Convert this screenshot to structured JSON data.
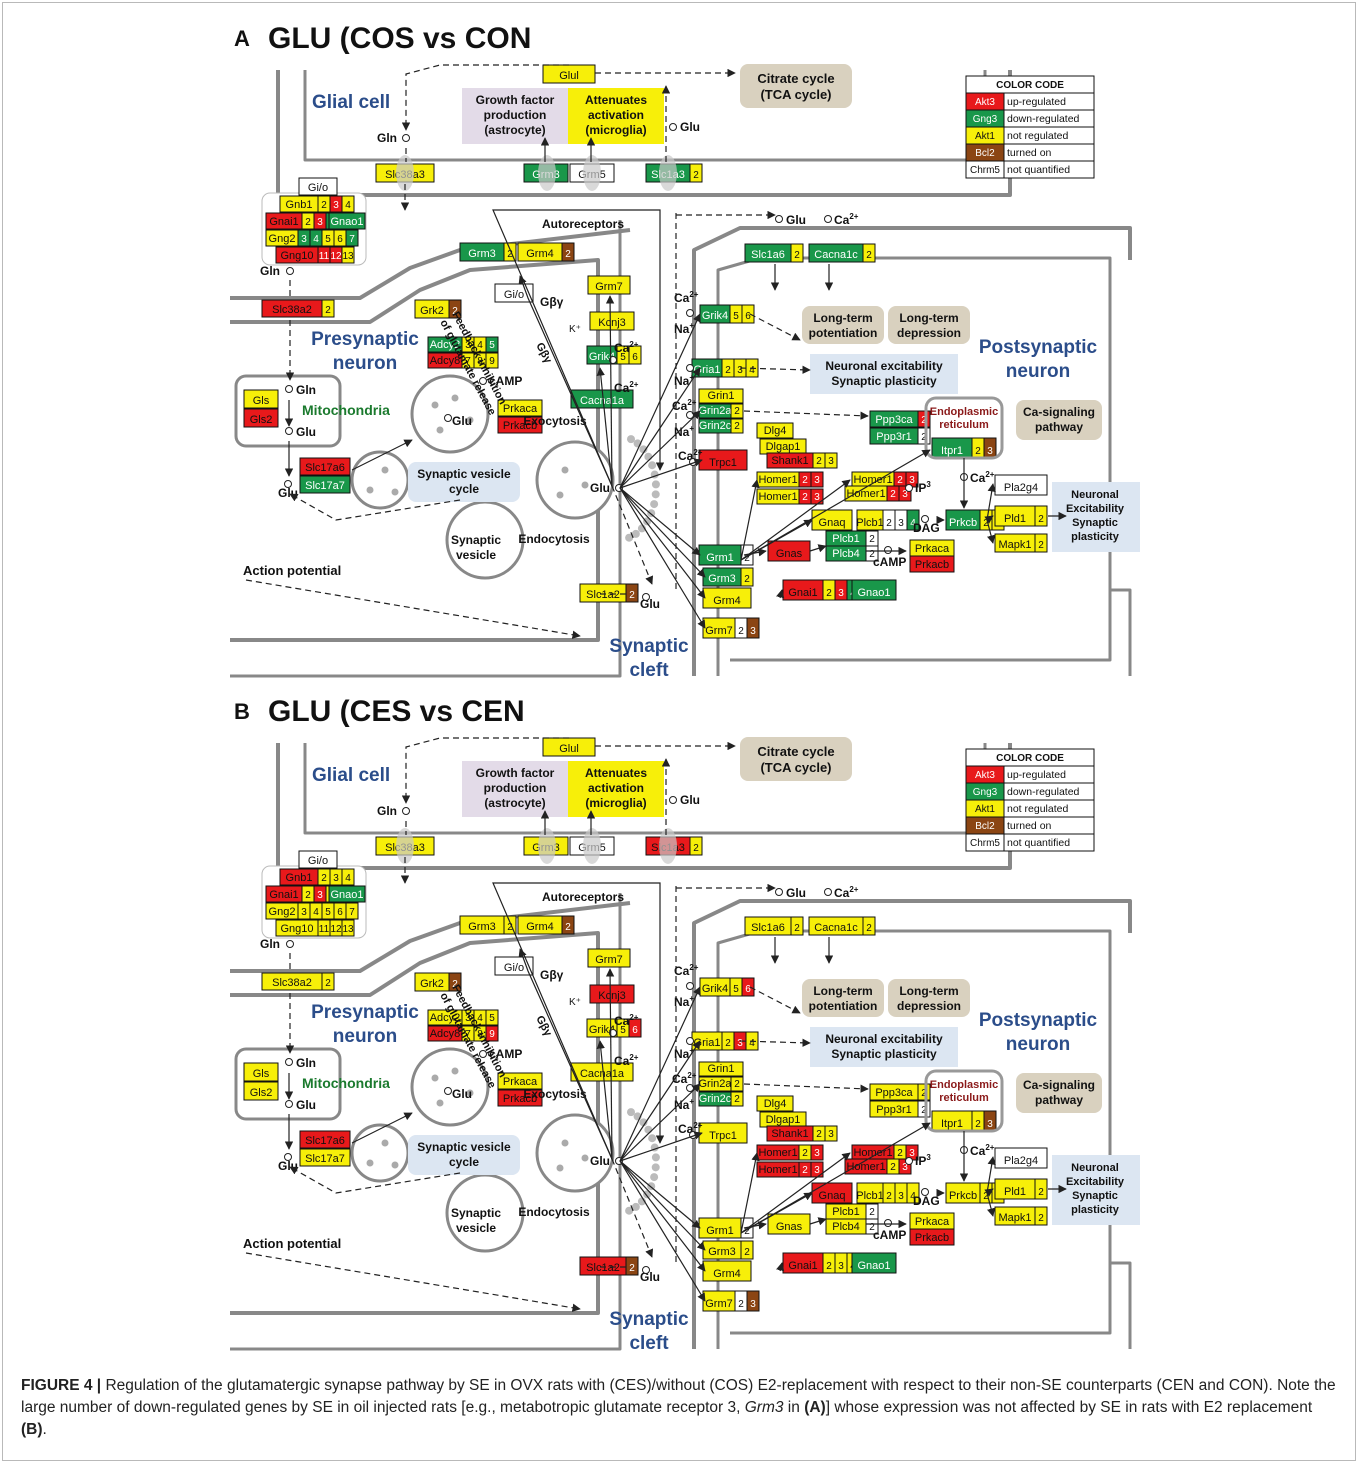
{
  "panels": [
    {
      "letter": "A",
      "title": "GLU (COS vs CON",
      "genes": {
        "Glul": "y",
        "Slc38a3": "y",
        "Grm3_glial": "g",
        "Grm5": "w",
        "Slc1a3": [
          "g",
          "y"
        ],
        "Gnb1": [
          "y",
          "y",
          "r",
          "y"
        ],
        "Gnai1": [
          "r",
          "y",
          "r",
          "g"
        ],
        "Gng2": [
          "y",
          "g",
          "g",
          "y",
          "y",
          "g"
        ],
        "Gng10": [
          "r",
          "r",
          "r",
          "y"
        ],
        "Slc38a2": [
          "r",
          "y"
        ],
        "Grm3_pre": [
          "g",
          "y"
        ],
        "Grm4": [
          "y",
          "b"
        ],
        "Grm7": "y",
        "Grk2": [
          "y",
          "b"
        ],
        "Kcnj3": "y",
        "Adcy2": [
          "g",
          "y",
          "y",
          "g"
        ],
        "Adcy8": [
          "r",
          "y",
          "y",
          "y"
        ],
        "Grik4_pre": [
          "g",
          "y",
          "y"
        ],
        "Cacna1a": "g",
        "Prkaca_pre": "y",
        "Prkacb_pre": "r",
        "Gls": "y",
        "Gls2": "r",
        "Slc17a6": "r",
        "Slc17a7": "g",
        "Slc1a2": [
          "y",
          "b"
        ],
        "Slc1a6": [
          "g",
          "y"
        ],
        "Cacna1c": [
          "g",
          "y"
        ],
        "Grik4_post": [
          "g",
          "y",
          "y"
        ],
        "Gria1": [
          "g",
          "y",
          "y",
          "y"
        ],
        "Grin1": "y",
        "Grin2a": [
          "g",
          "y"
        ],
        "Grin2c": [
          "g",
          "y"
        ],
        "Trpc1": "r",
        "Dlg4": "y",
        "Dlgap1": "y",
        "Shank1": [
          "r",
          "y",
          "y"
        ],
        "Homer1a": [
          "y",
          "r",
          "r"
        ],
        "Homer1b": [
          "y",
          "r",
          "r"
        ],
        "Homer1c": [
          "y",
          "r",
          "r"
        ],
        "Homer1d": [
          "y",
          "r",
          "r"
        ],
        "Ppp3ca": [
          "g",
          "r"
        ],
        "Ppp3r1": [
          "g",
          "w"
        ],
        "Itpr1": [
          "g",
          "y",
          "b"
        ],
        "Gnaq": "y",
        "Plcb1_row": [
          "y",
          "w",
          "w",
          "g"
        ],
        "Prkcb": [
          "g",
          "y",
          "y"
        ],
        "Pla2g4": "w",
        "Pld1": [
          "y",
          "y"
        ],
        "Mapk1": [
          "y",
          "y"
        ],
        "Grm1": [
          "g",
          "w"
        ],
        "Gnas": "r",
        "Plcb1": [
          "g",
          "w"
        ],
        "Plcb4": [
          "g",
          "w"
        ],
        "Prkaca_post": "y",
        "Prkacb_post": "r",
        "Grm3_post": [
          "g",
          "y"
        ],
        "Grm4_post": "y",
        "Gnai1_post": [
          "r",
          "y",
          "r",
          "g"
        ],
        "Grm7_post": [
          "y",
          "w",
          "b"
        ]
      }
    },
    {
      "letter": "B",
      "title": "GLU (CES vs CEN",
      "genes": {
        "Glul": "y",
        "Slc38a3": "y",
        "Grm3_glial": "y",
        "Grm5": "w",
        "Slc1a3": [
          "r",
          "y"
        ],
        "Gnb1": [
          "r",
          "y",
          "y",
          "y"
        ],
        "Gnai1": [
          "r",
          "y",
          "r",
          "y"
        ],
        "Gng2": [
          "y",
          "y",
          "y",
          "y",
          "y",
          "y"
        ],
        "Gng10": [
          "y",
          "y",
          "y",
          "y"
        ],
        "Slc38a2": [
          "y",
          "y"
        ],
        "Grm3_pre": [
          "y",
          "y"
        ],
        "Grm4": [
          "y",
          "b"
        ],
        "Grm7": "y",
        "Grk2": [
          "y",
          "b"
        ],
        "Kcnj3": "r",
        "Adcy2": [
          "y",
          "y",
          "y",
          "y"
        ],
        "Adcy8": [
          "r",
          "y",
          "y",
          "r"
        ],
        "Grik4_pre": [
          "y",
          "y",
          "r"
        ],
        "Cacna1a": "y",
        "Prkaca_pre": "y",
        "Prkacb_pre": "r",
        "Gls": "y",
        "Gls2": "y",
        "Slc17a6": "r",
        "Slc17a7": "y",
        "Slc1a2": [
          "r",
          "b"
        ],
        "Slc1a6": [
          "y",
          "y"
        ],
        "Cacna1c": [
          "y",
          "y"
        ],
        "Grik4_post": [
          "y",
          "y",
          "r"
        ],
        "Gria1": [
          "y",
          "y",
          "r",
          "y"
        ],
        "Grin1": "y",
        "Grin2a": [
          "y",
          "y"
        ],
        "Grin2c": [
          "g",
          "y"
        ],
        "Trpc1": "y",
        "Dlg4": "y",
        "Dlgap1": "y",
        "Shank1": [
          "r",
          "y",
          "y"
        ],
        "Homer1a": [
          "r",
          "y",
          "r"
        ],
        "Homer1b": [
          "r",
          "r",
          "r"
        ],
        "Homer1c": [
          "r",
          "y",
          "r"
        ],
        "Homer1d": [
          "r",
          "y",
          "r"
        ],
        "Ppp3ca": [
          "y",
          "y"
        ],
        "Ppp3r1": [
          "y",
          "w"
        ],
        "Itpr1": [
          "y",
          "y",
          "b"
        ],
        "Gnaq": "r",
        "Plcb1_row": [
          "y",
          "y",
          "y",
          "y"
        ],
        "Prkcb": [
          "y",
          "y",
          "y"
        ],
        "Pla2g4": "w",
        "Pld1": [
          "y",
          "y"
        ],
        "Mapk1": [
          "y",
          "y"
        ],
        "Grm1": [
          "y",
          "w"
        ],
        "Gnas": "y",
        "Plcb1": [
          "y",
          "w"
        ],
        "Plcb4": [
          "y",
          "w"
        ],
        "Prkaca_post": "y",
        "Prkacb_post": "r",
        "Grm3_post": [
          "y",
          "y"
        ],
        "Grm4_post": "y",
        "Gnai1_post": [
          "r",
          "y",
          "y",
          "y"
        ],
        "Grm7_post": [
          "y",
          "w",
          "b"
        ]
      }
    }
  ],
  "colors": {
    "r": "#e8191b",
    "g": "#19974a",
    "y": "#f7ef09",
    "b": "#8b4513",
    "w": "#ffffff"
  },
  "legend": {
    "title": "COLOR CODE",
    "rows": [
      {
        "sample": "Akt3",
        "label": "up-regulated",
        "color": "r"
      },
      {
        "sample": "Gng3",
        "label": "down-regulated",
        "color": "g"
      },
      {
        "sample": "Akt1",
        "label": "not regulated",
        "color": "y"
      },
      {
        "sample": "Bcl2",
        "label": "turned on",
        "color": "b"
      },
      {
        "sample": "Chrm5",
        "label": "not quantified",
        "color": "w"
      }
    ]
  },
  "labels": {
    "glial_cell": "Glial cell",
    "presynaptic": [
      "Presynaptic",
      "neuron"
    ],
    "postsynaptic": [
      "Postsynaptic",
      "neuron"
    ],
    "synaptic_cleft": [
      "Synaptic",
      "cleft"
    ],
    "mitochondria": "Mitochondria",
    "citrate": [
      "Citrate cycle",
      "(TCA cycle)"
    ],
    "growth": [
      "Growth factor",
      "production",
      "(astrocyte)"
    ],
    "attenuates": [
      "Attenuates",
      "activation",
      "(microglia)"
    ],
    "autoreceptors": "Autoreceptors",
    "ltp": [
      "Long-term",
      "potentiation"
    ],
    "ltd": [
      "Long-term",
      "depression"
    ],
    "excitability": [
      "Neuronal excitability",
      "Synaptic plasticity"
    ],
    "er": [
      "Endoplasmic",
      "reticulum"
    ],
    "ca_pathway": [
      "Ca-signaling",
      "pathway"
    ],
    "neuronal_exc": [
      "Neuronal",
      "Excitability",
      "Synaptic",
      "plasticity"
    ],
    "synaptic_vesicle_cycle": [
      "Synaptic vesicle",
      "cycle"
    ],
    "synaptic_vesicle": [
      "Synaptic",
      "vesicle"
    ],
    "exocytosis": "Exocytosis",
    "endocytosis": "Endocytosis",
    "action_potential": "Action potential",
    "feedback": [
      "Feedback inhibition",
      "of glutamate release"
    ],
    "gio": "Gi/o",
    "gbg": "Gβγ",
    "k": "K⁺",
    "camp": "cAMP",
    "dag": "DAG",
    "ip3": "IP",
    "ip3_sub": "3",
    "gln": "Gln",
    "glu": "Glu",
    "ca": "Ca",
    "ca_sup": "2+",
    "na": "Na",
    "na_sup": "+"
  },
  "caption": {
    "label": "FIGURE 4 |",
    "pre": " Regulation of the glutamatergic synapse pathway by SE in OVX rats with (CES)/without (COS) E2-replacement with respect to their non-SE counterparts (CEN and CON). Note the large number of down-regulated genes by SE in oil injected rats [e.g., metabotropic glutamate receptor 3, ",
    "italic": "Grm3",
    "mid": " in ",
    "ref_a": "(A)",
    "mid2": "] whose expression was not affected by SE in rats with E2 replacement ",
    "ref_b": "(B)",
    "post": "."
  }
}
